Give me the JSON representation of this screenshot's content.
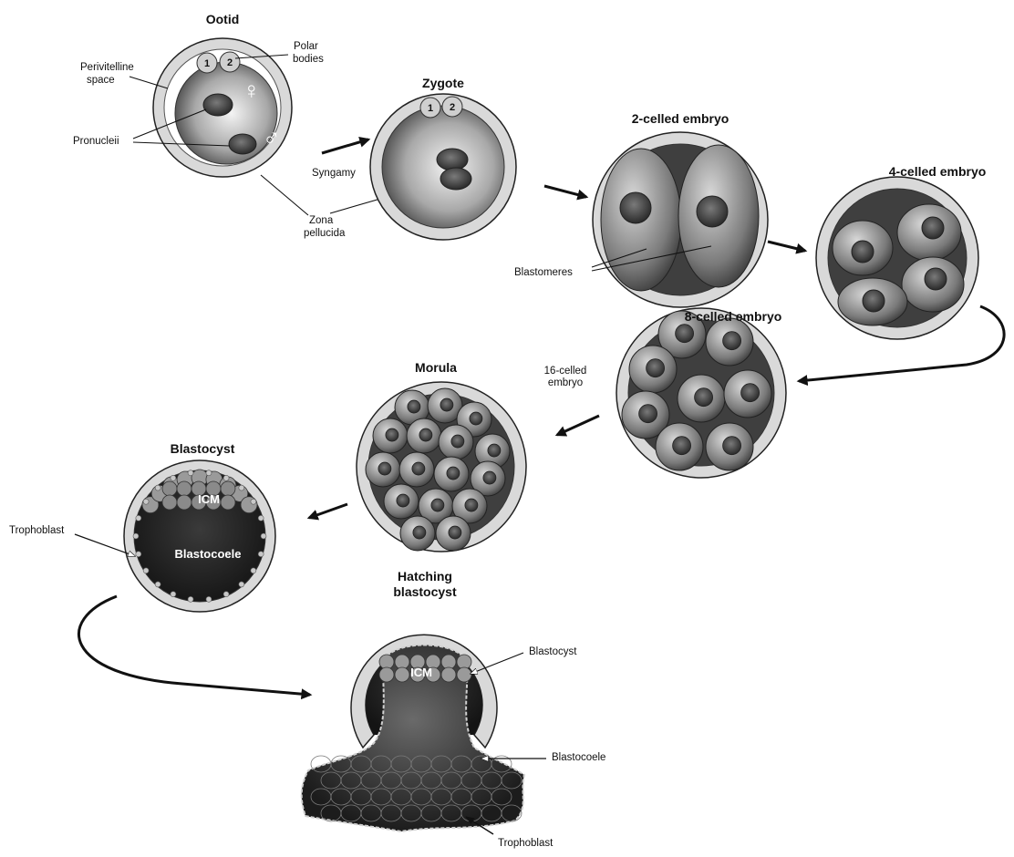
{
  "stages": {
    "ootid": "Ootid",
    "zygote": "Zygote",
    "two_cell": "2-celled embryo",
    "four_cell": "4-celled embryo",
    "eight_cell": "8-celled embryo",
    "morula": "Morula",
    "sixteen_cell": [
      "16-celled",
      "embryo"
    ],
    "blastocyst": "Blastocyst",
    "hatching": [
      "Hatching",
      "blastocyst"
    ]
  },
  "labels": {
    "perivitelline": [
      "Perivitelline",
      "space"
    ],
    "polar_bodies": [
      "Polar",
      "bodies"
    ],
    "pronucleii": "Pronucleii",
    "syngamy": "Syngamy",
    "zona_pellucida": [
      "Zona",
      "pellucida"
    ],
    "blastomeres": "Blastomeres",
    "trophoblast": "Trophoblast",
    "blastocoele": "Blastocoele",
    "icm": "ICM",
    "blastocyst": "Blastocyst",
    "polar_body_1": "1",
    "polar_body_2": "2",
    "female_symbol": "♀",
    "male_symbol": "♂"
  },
  "colors": {
    "zona": "#d9d9d9",
    "cytoplasm_light": "#f2f2f2",
    "cytoplasm_dark": "#4a4a4a",
    "cell": "#8a8a8a",
    "nucleus": "#3a3a3a",
    "cavity": "#262626"
  }
}
